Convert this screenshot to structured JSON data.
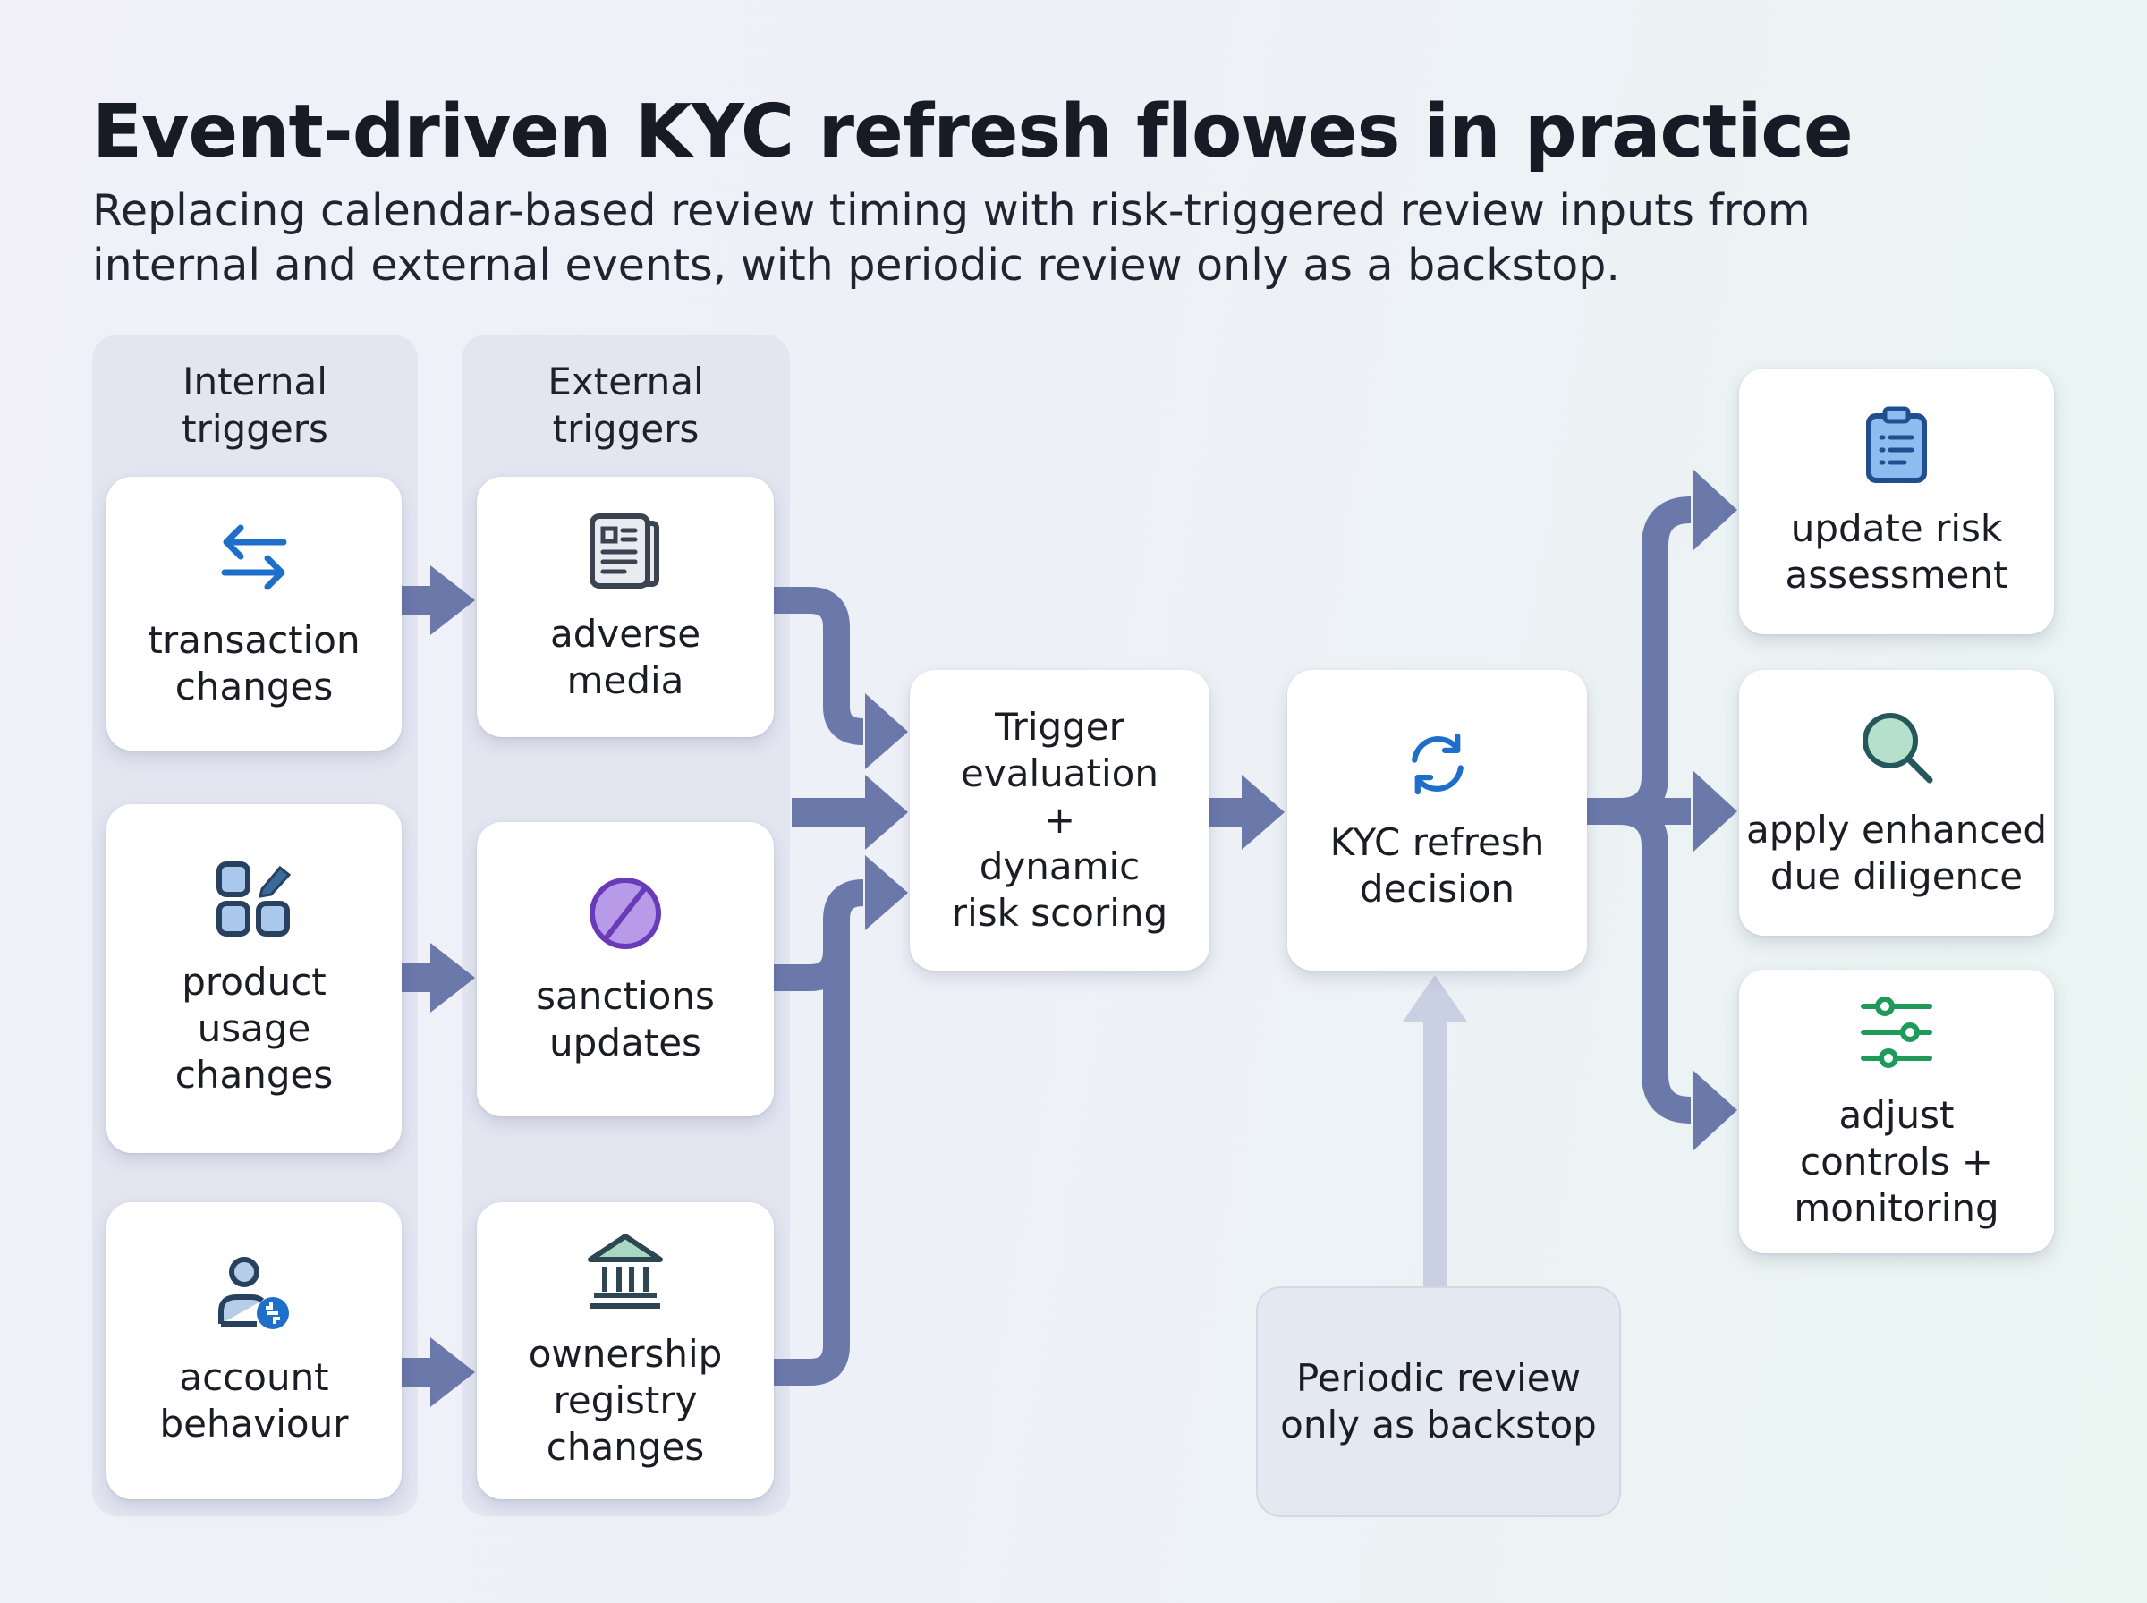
{
  "header": {
    "title": "Event-driven KYC refresh flowes in practice",
    "subtitle": "Replacing calendar-based review timing with risk-triggered review inputs from internal and external events, with periodic review only as a backstop."
  },
  "columns": {
    "internal": {
      "title": "Internal\ntriggers",
      "items": [
        {
          "label": "transaction\nchanges",
          "icon": "arrows-exchange-icon"
        },
        {
          "label": "product\nusage\nchanges",
          "icon": "product-grid-edit-icon"
        },
        {
          "label": "account\nbehaviour",
          "icon": "user-settings-icon"
        }
      ]
    },
    "external": {
      "title": "External\ntriggers",
      "items": [
        {
          "label": "adverse\nmedia",
          "icon": "newspaper-icon"
        },
        {
          "label": "sanctions\nupdates",
          "icon": "prohibited-icon"
        },
        {
          "label": "ownership\nregistry\nchanges",
          "icon": "bank-building-icon"
        }
      ]
    }
  },
  "process": {
    "evaluation": {
      "label": "Trigger\nevaluation\n+\ndynamic\nrisk scoring"
    },
    "decision": {
      "label": "KYC refresh\ndecision",
      "icon": "refresh-icon"
    },
    "backstop": {
      "label": "Periodic review\nonly as backstop"
    }
  },
  "outcomes": [
    {
      "label": "update risk\nassessment",
      "icon": "clipboard-list-icon"
    },
    {
      "label": "apply enhanced\ndue diligence",
      "icon": "magnifier-icon"
    },
    {
      "label": "adjust\ncontrols +\nmonitoring",
      "icon": "sliders-icon"
    }
  ],
  "colors": {
    "flow_arrow": "#6b78aa",
    "backstop_arrow": "#c9d0e2",
    "icon_blue": "#1e6fc9",
    "icon_navy": "#27415f",
    "icon_purple": "#6a3bb8",
    "icon_green": "#1f9a5a",
    "icon_teal": "#24585a"
  }
}
